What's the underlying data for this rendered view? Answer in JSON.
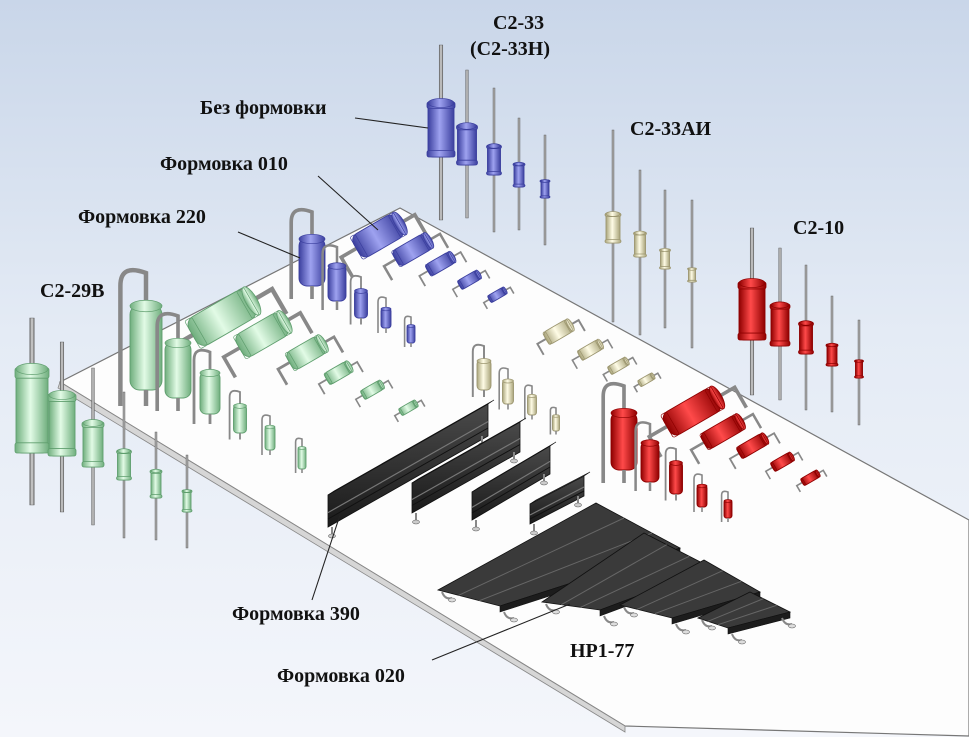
{
  "labels": {
    "c2_33": "С2-33",
    "c2_33n": "(С2-33Н)",
    "bez_formovki": "Без формовки",
    "c2_33ai": "С2-33АИ",
    "formovka_010": "Формовка 010",
    "formovka_220": "Формовка 220",
    "c2_10": "С2-10",
    "c2_29v": "С2-29В",
    "formovka_390": "Формовка 390",
    "formovka_020": "Формовка 020",
    "hp1_77": "НР1-77"
  },
  "colors": {
    "board": "#fdfdfd",
    "board_edge": "#777777",
    "lead": "#8f8f8f",
    "blue": "#6f74d8",
    "blue_dark": "#3b3f9e",
    "green": "#b8efc4",
    "green_dark": "#5f9e6e",
    "cream": "#f4f0c8",
    "cream_dark": "#9c9670",
    "red": "#e01a1a",
    "red_dark": "#8e0000",
    "black": "#2f2f2f",
    "black_dark": "#111111"
  }
}
